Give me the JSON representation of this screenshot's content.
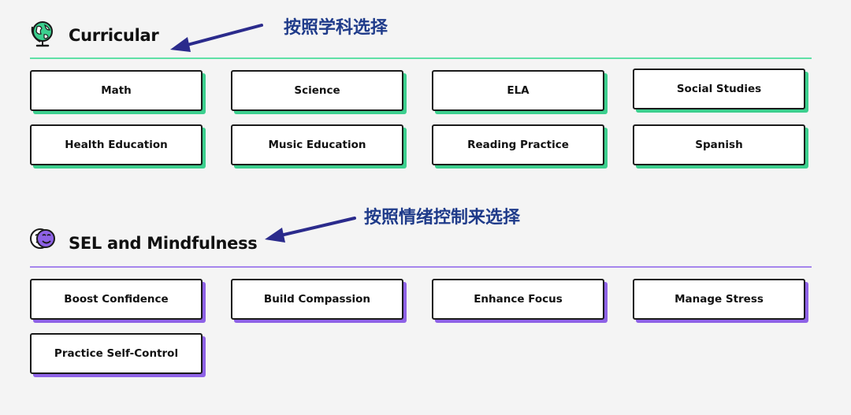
{
  "curricular": {
    "title": "Curricular",
    "icon": "globe-icon",
    "accent_color": "#3ccf8e",
    "annotation": "按照学科选择",
    "items": [
      {
        "label": "Math"
      },
      {
        "label": "Science"
      },
      {
        "label": "ELA"
      },
      {
        "label": "Social Studies"
      },
      {
        "label": "Health Education"
      },
      {
        "label": "Music Education"
      },
      {
        "label": "Reading Practice"
      },
      {
        "label": "Spanish"
      }
    ]
  },
  "sel": {
    "title": "SEL and Mindfulness",
    "icon": "theater-masks-icon",
    "accent_color": "#8e62e6",
    "annotation": "按照情绪控制来选择",
    "items": [
      {
        "label": "Boost Confidence"
      },
      {
        "label": "Build Compassion"
      },
      {
        "label": "Enhance Focus"
      },
      {
        "label": "Manage Stress"
      },
      {
        "label": "Practice Self-Control"
      }
    ]
  },
  "annotation_color": "#1f3b8a",
  "arrow_color": "#2b2b8c"
}
